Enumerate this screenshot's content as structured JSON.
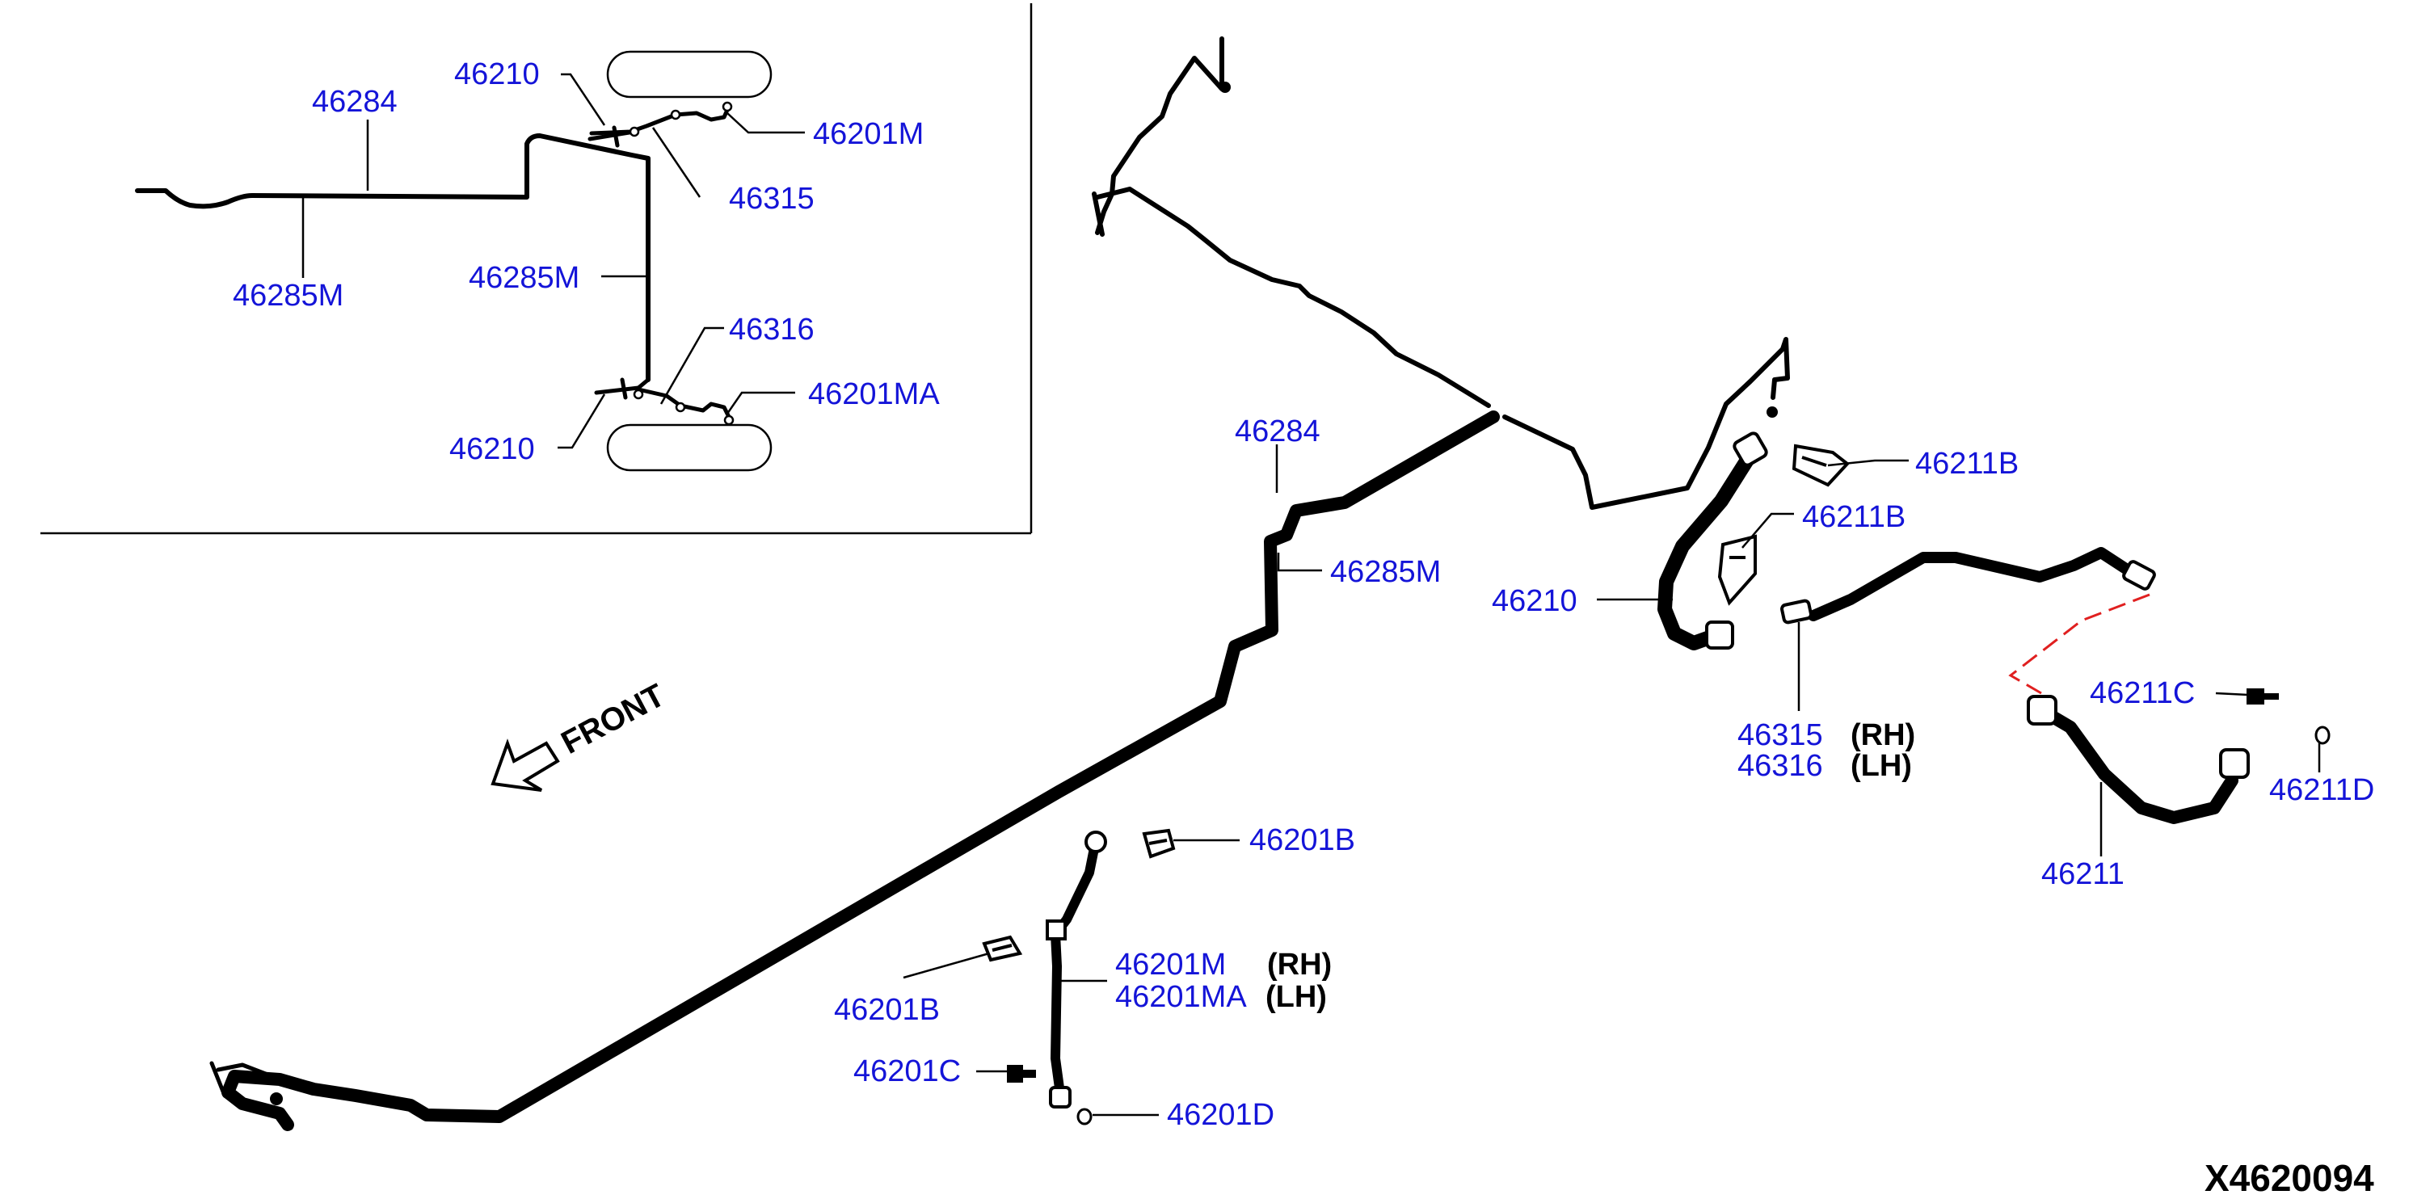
{
  "labels": {
    "inset_46210_top": "46210",
    "inset_46284": "46284",
    "inset_46201M": "46201M",
    "inset_46315": "46315",
    "inset_46285M_left": "46285M",
    "inset_46285M_mid": "46285M",
    "inset_46316": "46316",
    "inset_46201MA": "46201MA",
    "inset_46210_bottom": "46210",
    "main_46284": "46284",
    "main_46285M": "46285M",
    "main_46211B_top": "46211B",
    "main_46211B_mid": "46211B",
    "main_46210": "46210",
    "main_46211C": "46211C",
    "main_46315": "46315",
    "main_46316": "46316",
    "main_46211D": "46211D",
    "main_46211": "46211",
    "main_46201B_top": "46201B",
    "main_46201M": "46201M",
    "main_46201MA": "46201MA",
    "main_46201B_bottom": "46201B",
    "main_46201C": "46201C",
    "main_46201D": "46201D"
  },
  "side_marks": {
    "rh_upper": "(RH)",
    "lh_upper": "(LH)",
    "rh_lower": "(RH)",
    "lh_lower": "(LH)"
  },
  "front_arrow": "FRONT",
  "diagram_code": "X4620094",
  "colors": {
    "label": "#1414d8",
    "line": "#000000",
    "dashed_guide": "#e02020",
    "background": "#ffffff"
  }
}
